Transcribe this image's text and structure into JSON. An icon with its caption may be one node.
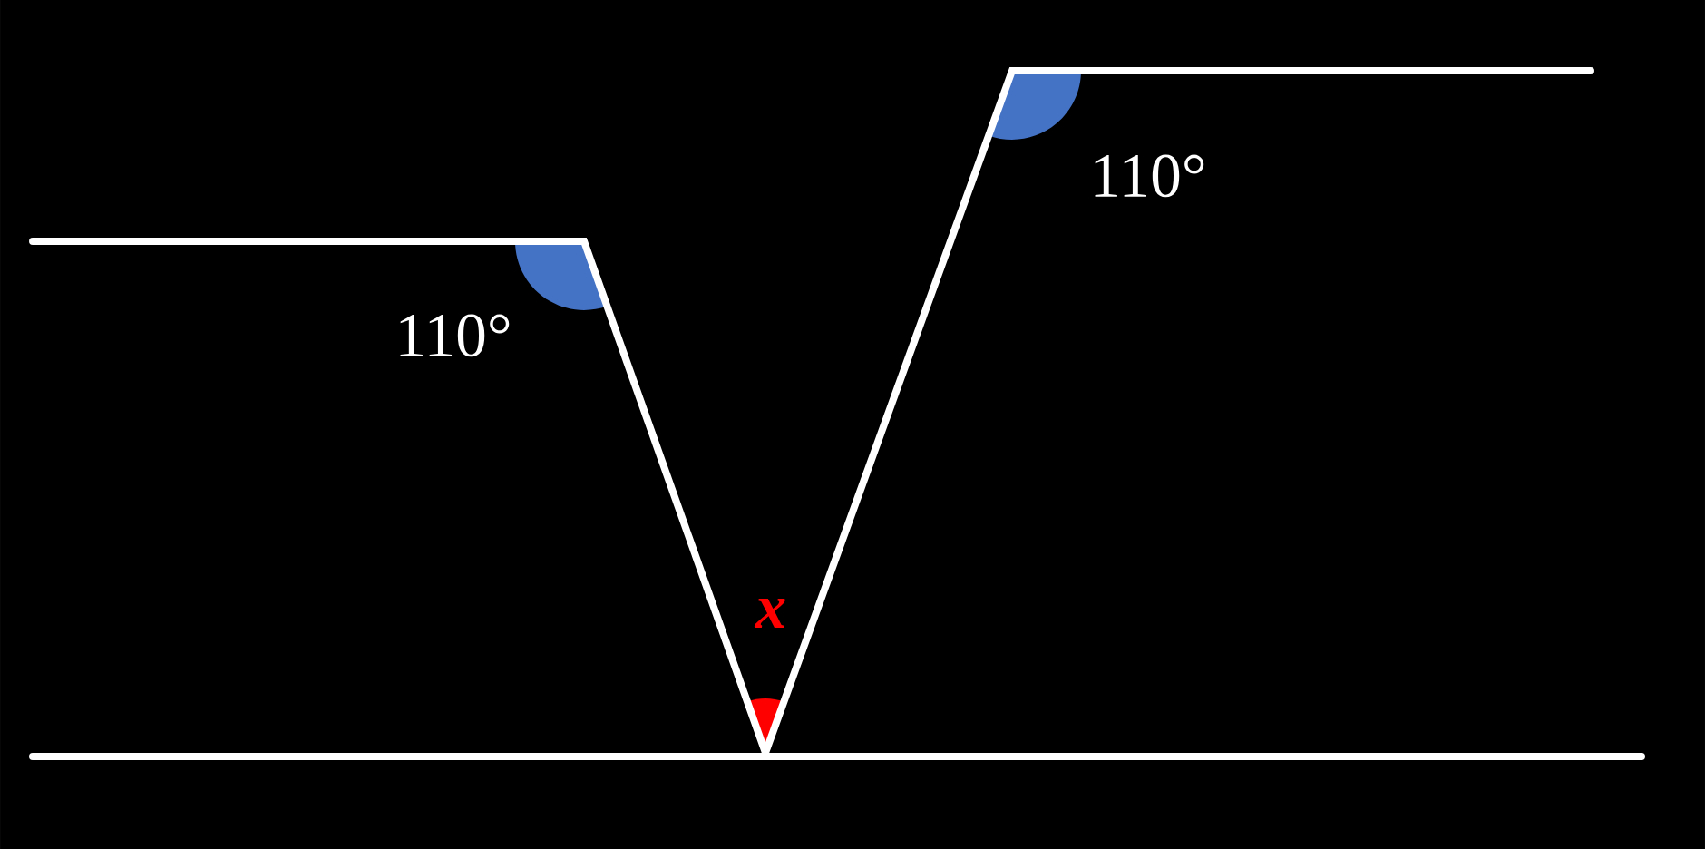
{
  "diagram": {
    "labels": [
      "110°",
      "110°",
      "x"
    ]
  }
}
